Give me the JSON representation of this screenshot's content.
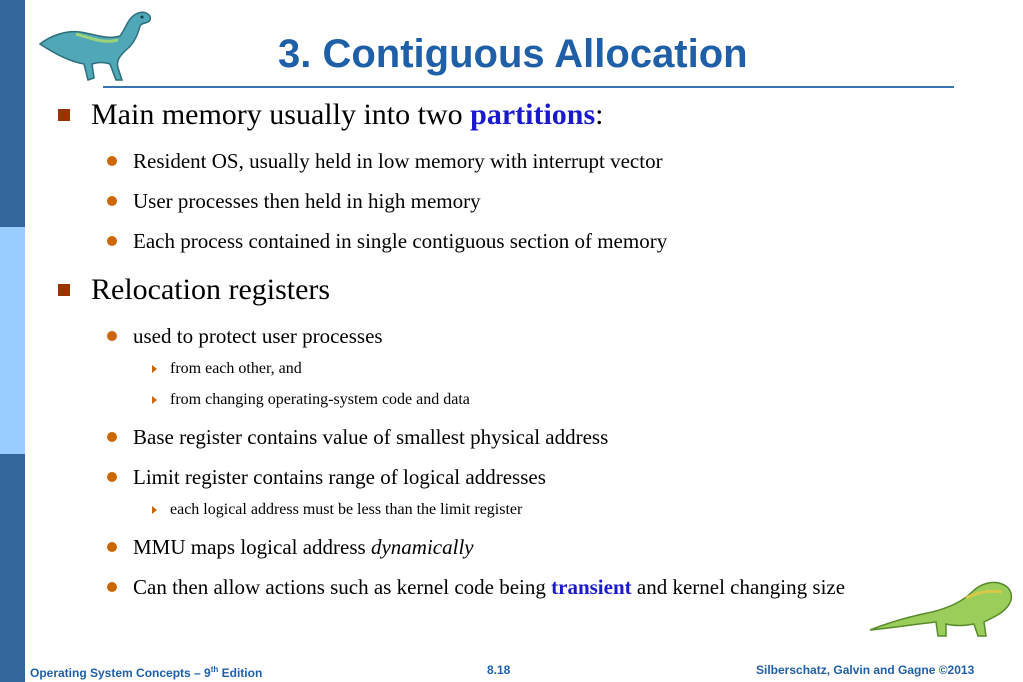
{
  "slide": {
    "title": "3. Contiguous Allocation",
    "bullets": [
      {
        "prefix": "Main memory usually into two ",
        "keyword": "partitions",
        "suffix": ":",
        "sub": [
          "Resident OS, usually held in low memory with interrupt vector",
          "User processes then held in high memory",
          "Each process contained in single contiguous section of memory"
        ]
      },
      {
        "text": "Relocation registers",
        "sub": [
          {
            "text": "used to protect user processes",
            "sub": [
              "from each other, and",
              "from changing operating-system code and data"
            ]
          },
          {
            "text": "Base register contains value of smallest physical address"
          },
          {
            "text": "Limit register contains range of logical addresses",
            "sub": [
              "each logical address must be less than the limit register"
            ]
          },
          {
            "prefix": "MMU maps logical address ",
            "emphasis": "dynamically"
          },
          {
            "prefix": "Can then allow actions such as kernel code being ",
            "keyword": "transient",
            "suffix": " and kernel changing size"
          }
        ]
      }
    ]
  },
  "footer": {
    "left_prefix": "Operating System Concepts – 9",
    "left_sup": "th",
    "left_suffix": " Edition",
    "page_number": "8.18",
    "right": "Silberschatz, Galvin and Gagne ©2013"
  },
  "colors": {
    "title": "#1f5fa8",
    "keyword": "#1a1acc",
    "level1_bullet": "#993300",
    "level2_bullet": "#cc6600",
    "sidebar_dark": "#336699",
    "sidebar_light": "#99ccff"
  },
  "icons": {
    "top_logo": "dinosaur-icon",
    "bottom_logo": "dinosaur-icon"
  }
}
